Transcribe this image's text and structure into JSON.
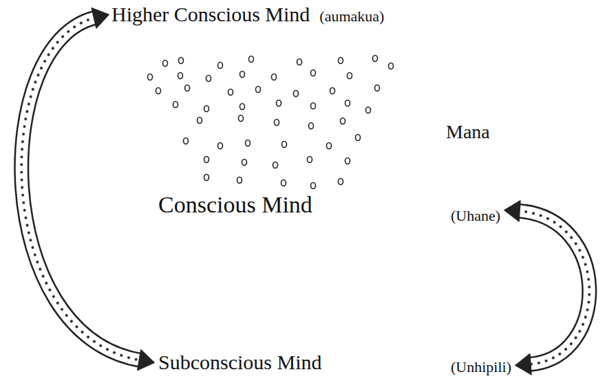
{
  "diagram": {
    "nodes": [
      {
        "text": [
          "Higher Conscious Mind",
          "(aumakua)"
        ]
      },
      {
        "text": [
          "Conscious Mind",
          "(Uhane)"
        ]
      },
      {
        "text": [
          "Subconscious Mind",
          "(Unhipili)"
        ]
      }
    ],
    "edges": [
      {
        "from": 0,
        "to": 2,
        "arrow": "both"
      },
      {
        "from": 1,
        "to": 2,
        "arrow": "both"
      }
    ],
    "labels": [
      "Mana"
    ]
  }
}
